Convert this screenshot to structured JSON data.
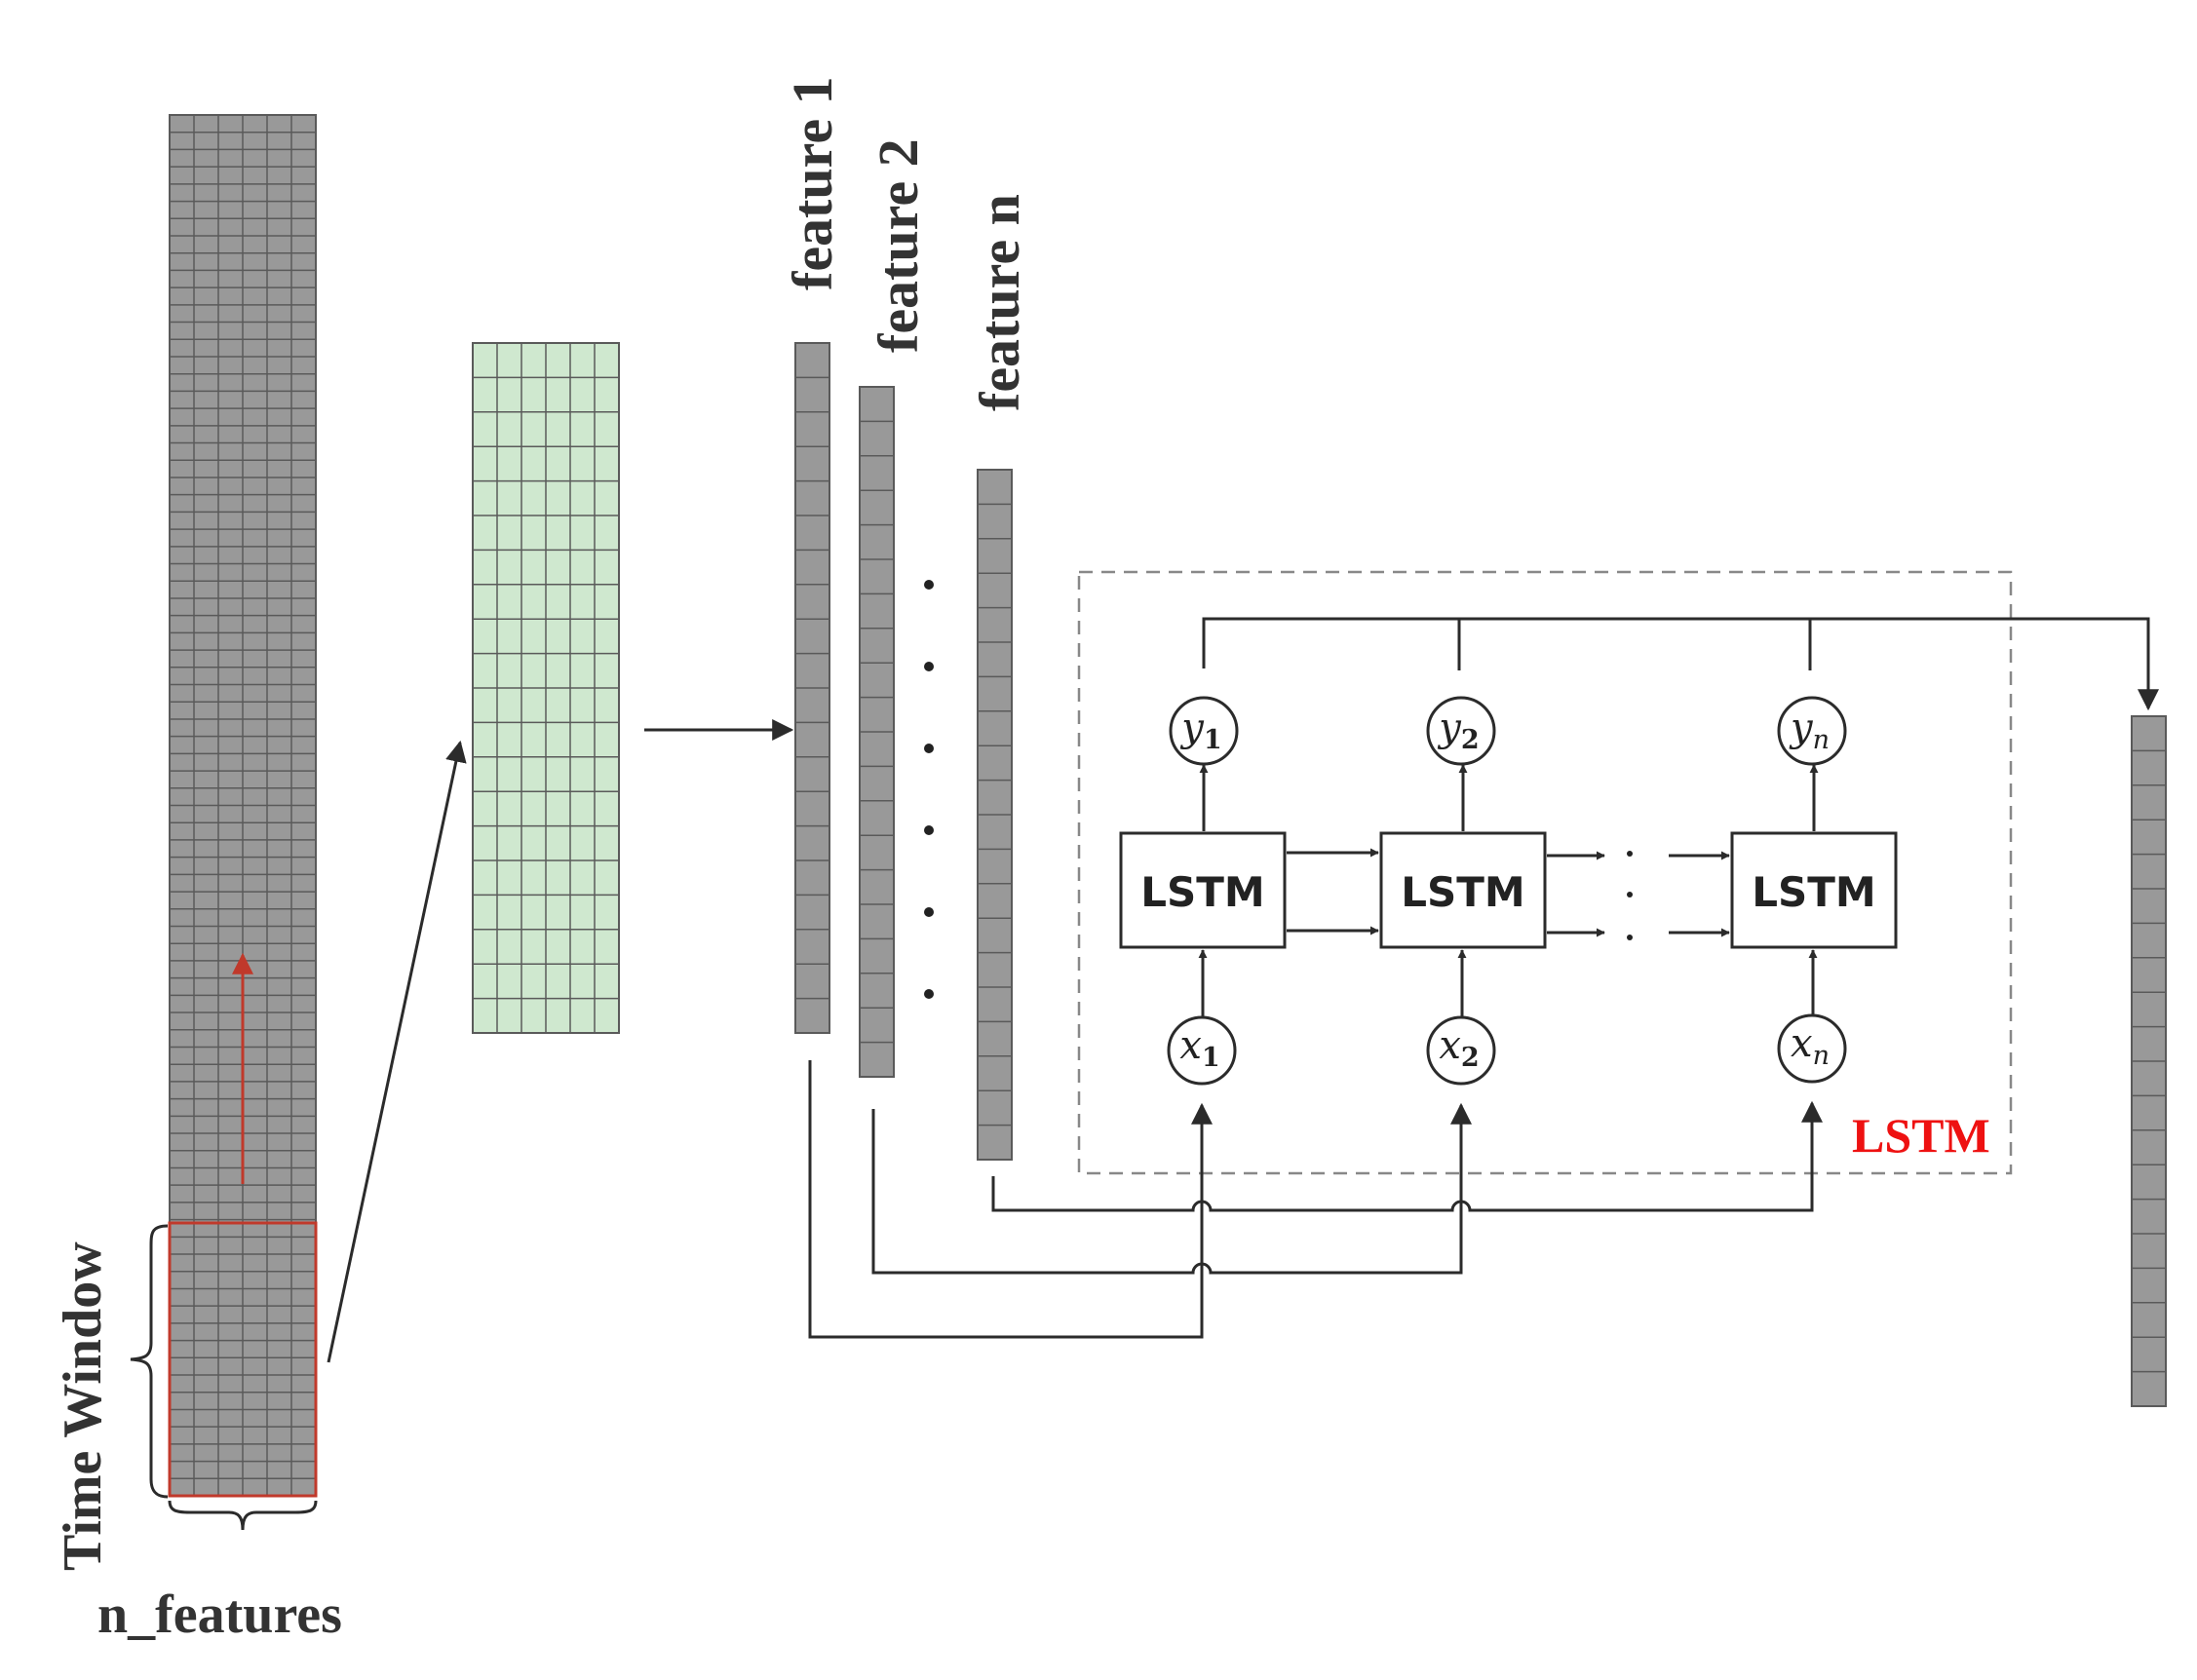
{
  "labels": {
    "time_window": "Time Window",
    "n_features": "n_features",
    "feature_1": "feature 1",
    "feature_2": "feature 2",
    "feature_n": "feature n",
    "lstm_region": "LSTM"
  },
  "cells": [
    {
      "label": "LSTM",
      "input_base": "x",
      "input_sub": "1",
      "output_base": "y",
      "output_sub": "1"
    },
    {
      "label": "LSTM",
      "input_base": "x",
      "input_sub": "2",
      "output_base": "y",
      "output_sub": "2"
    },
    {
      "label": "LSTM",
      "input_base": "x",
      "input_sub": "n",
      "output_base": "y",
      "output_sub": "n"
    }
  ],
  "colors": {
    "grid_fill": "#999999",
    "grid_line": "#5a5a5a",
    "green_fill": "#cfe8cf",
    "highlight": "#c0392b",
    "lstm_label": "#ee1111",
    "line": "#2b2b2b",
    "dashed": "#888888"
  }
}
